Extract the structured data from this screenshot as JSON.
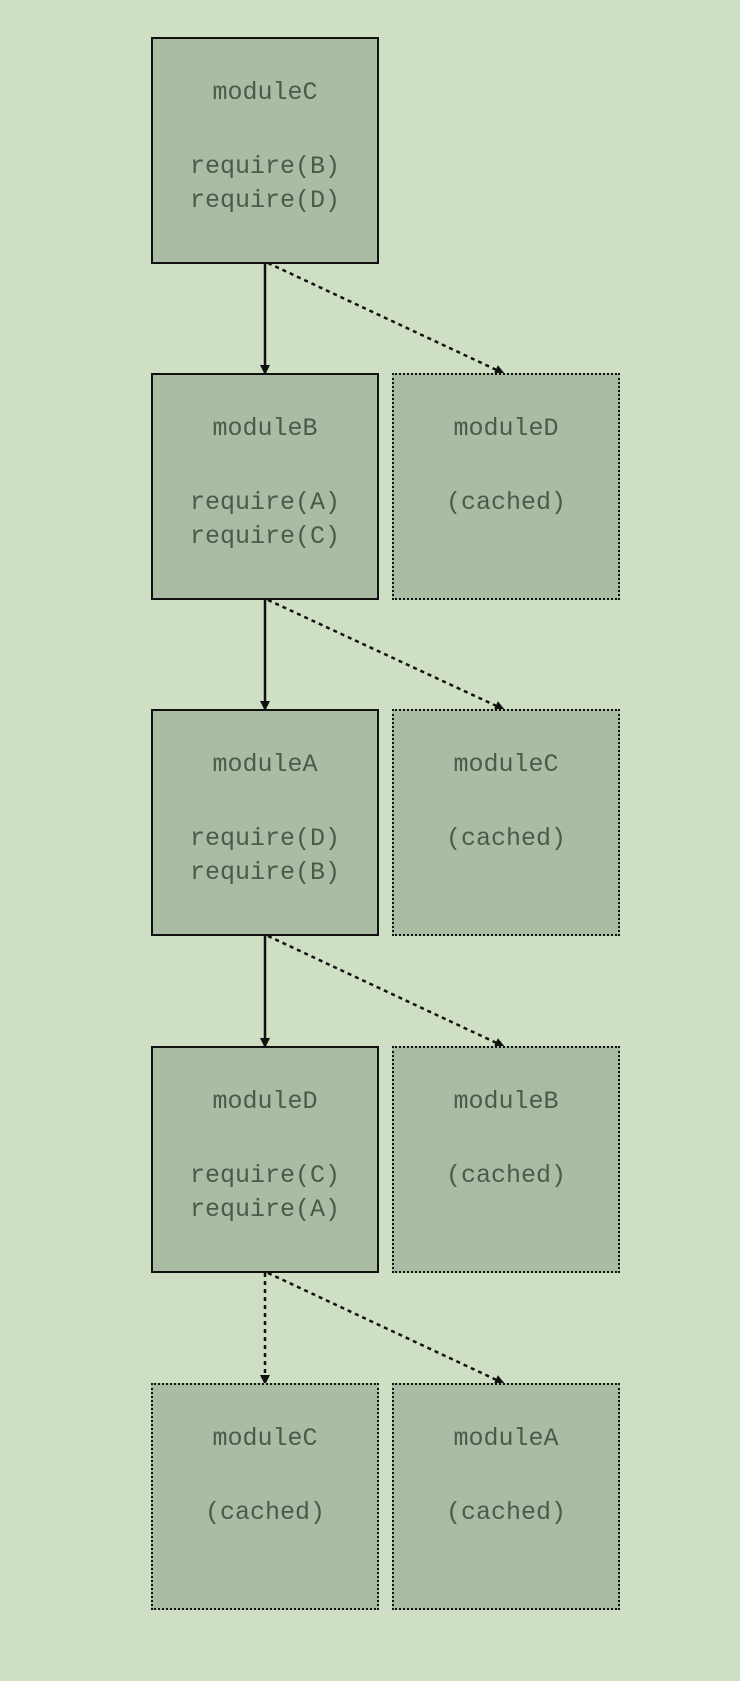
{
  "nodes": {
    "c_main": {
      "title": "moduleC",
      "lines": [
        "require(B)",
        "require(D)"
      ]
    },
    "b_main": {
      "title": "moduleB",
      "lines": [
        "require(A)",
        "require(C)"
      ]
    },
    "a_main": {
      "title": "moduleA",
      "lines": [
        "require(D)",
        "require(B)"
      ]
    },
    "d_main": {
      "title": "moduleD",
      "lines": [
        "require(C)",
        "require(A)"
      ]
    },
    "d_cached": {
      "title": "moduleD",
      "lines": [
        "(cached)"
      ]
    },
    "c_cached": {
      "title": "moduleC",
      "lines": [
        "(cached)"
      ]
    },
    "b_cached": {
      "title": "moduleB",
      "lines": [
        "(cached)"
      ]
    },
    "c_cached_2": {
      "title": "moduleC",
      "lines": [
        "(cached)"
      ]
    },
    "a_cached": {
      "title": "moduleA",
      "lines": [
        "(cached)"
      ]
    }
  },
  "colors": {
    "background": "#cfdfc3",
    "node_fill": "#abbca5",
    "text": "#4b5a4b",
    "stroke": "#111111"
  }
}
